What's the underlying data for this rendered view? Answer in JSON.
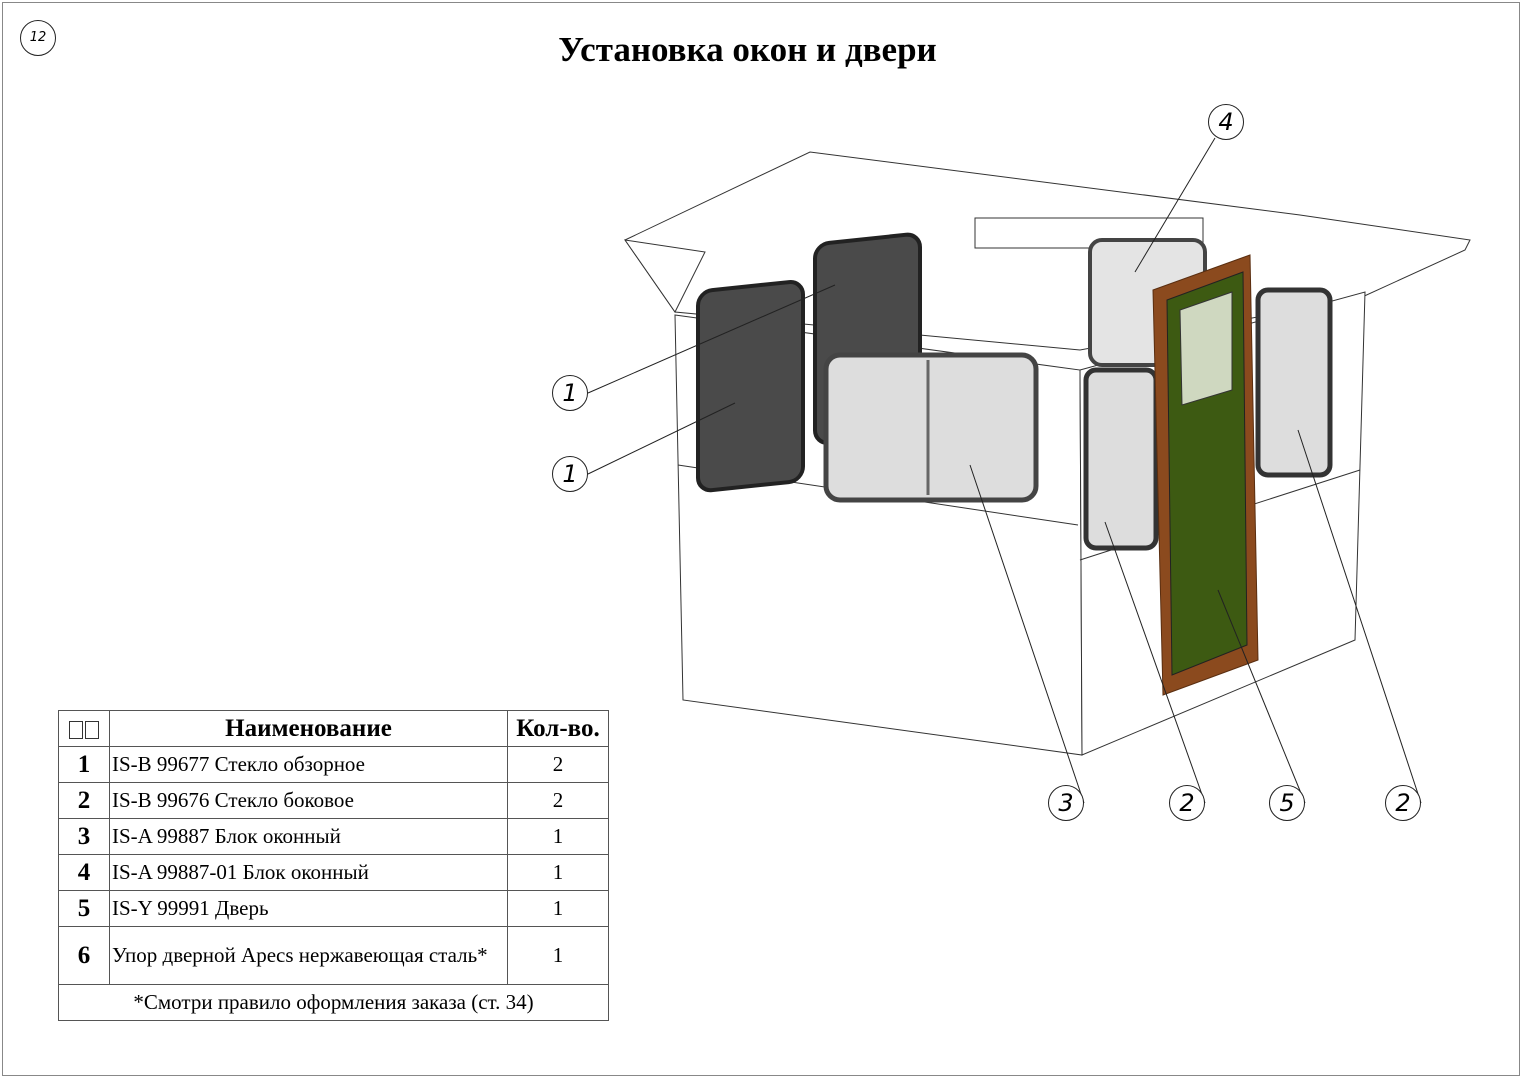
{
  "page_number": "12",
  "title": "Установка окон и двери",
  "callouts": [
    "1",
    "1",
    "3",
    "2",
    "5",
    "2",
    "4"
  ],
  "table": {
    "headers": {
      "name": "Наименование",
      "qty": "Кол-во."
    },
    "rows": [
      {
        "num": "1",
        "name": "IS-B 99677 Стекло обзорное",
        "qty": "2"
      },
      {
        "num": "2",
        "name": "IS-B 99676 Стекло боковое",
        "qty": "2"
      },
      {
        "num": "3",
        "name": "IS-A 99887 Блок оконный",
        "qty": "1"
      },
      {
        "num": "4",
        "name": "IS-A 99887-01 Блок оконный",
        "qty": "1"
      },
      {
        "num": "5",
        "name": "IS-Y 99991 Дверь",
        "qty": "1"
      },
      {
        "num": "6",
        "name": "Упор дверной Apecs нержавеющая сталь*",
        "qty": "1"
      }
    ],
    "footnote": "*Смотри правило оформления заказа (ст. 34)"
  }
}
